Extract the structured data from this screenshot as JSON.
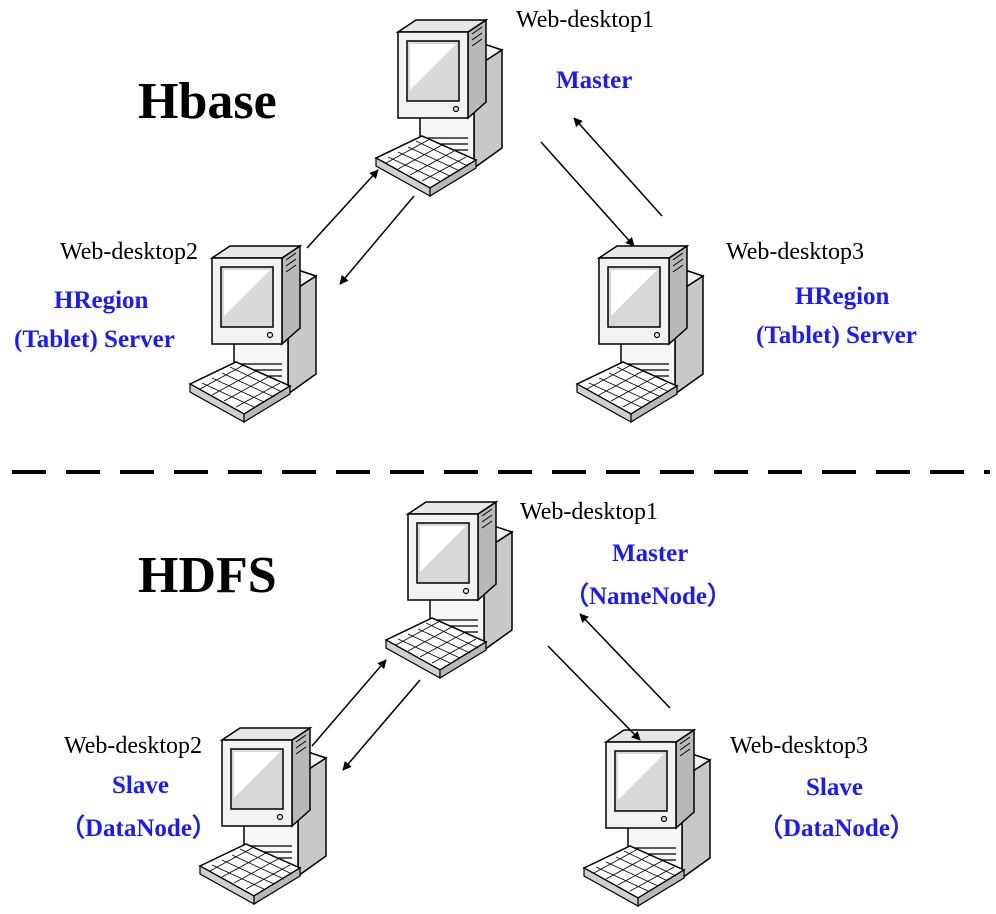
{
  "colors": {
    "role_text": "#1a1aff",
    "host_text": "#000000",
    "divider": "#000000"
  },
  "icon": "desktop-computer-icon",
  "hbase": {
    "title": "Hbase",
    "master": {
      "host": "Web-desktop1",
      "role": "Master"
    },
    "node2": {
      "host": "Web-desktop2",
      "role_line1": "HRegion",
      "role_line2": "(Tablet) Server"
    },
    "node3": {
      "host": "Web-desktop3",
      "role_line1": "HRegion",
      "role_line2": "(Tablet) Server"
    }
  },
  "hdfs": {
    "title": "HDFS",
    "master": {
      "host": "Web-desktop1",
      "role_line1": "Master",
      "role_line2": "（NameNode）"
    },
    "node2": {
      "host": "Web-desktop2",
      "role_line1": "Slave",
      "role_line2": "（DataNode）"
    },
    "node3": {
      "host": "Web-desktop3",
      "role_line1": "Slave",
      "role_line2": "（DataNode）"
    }
  }
}
